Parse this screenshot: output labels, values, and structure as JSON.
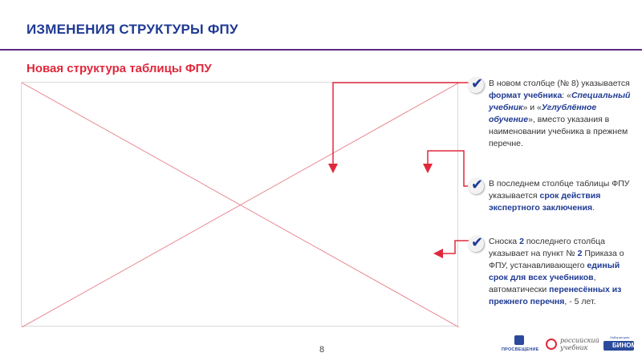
{
  "header": {
    "title": "ИЗМЕНЕНИЯ СТРУКТУРЫ ФПУ"
  },
  "main": {
    "subtitle": "Новая структура таблицы ФПУ"
  },
  "notes": [
    {
      "parts": [
        "В новом столбце (№ 8) указывается ",
        "формат учебника",
        ": «",
        "Специальный учебник",
        "» и «",
        "Углублённое обучение",
        "», вместо указания в наименовании учебника в прежнем перечне."
      ]
    },
    {
      "parts": [
        "В последнем столбце таблицы ФПУ указывается ",
        "срок действия экспертного заключения",
        "."
      ]
    },
    {
      "parts": [
        "Сноска ",
        "2",
        " последнего столбца указывает на пункт № ",
        "2",
        " Приказа о ФПУ, устанавливающего ",
        "единый срок для всех учебников",
        ", автоматически ",
        "перенесённых из прежнего перечня",
        ", - 5 лет."
      ]
    }
  ],
  "footer": {
    "page_number": "8",
    "logos": {
      "prosv": "ПРОСВЕЩЕНИЕ",
      "ru_line1": "российский",
      "ru_line2": "учебник",
      "binom_small": "Лаборатория",
      "binom": "БИНОМ"
    }
  },
  "colors": {
    "title": "#1f3a93",
    "accent": "#e0283c",
    "rule": "#5b2b83"
  },
  "icons": [
    "checkmark-icon",
    "arrow-down-icon",
    "arrow-left-icon"
  ]
}
